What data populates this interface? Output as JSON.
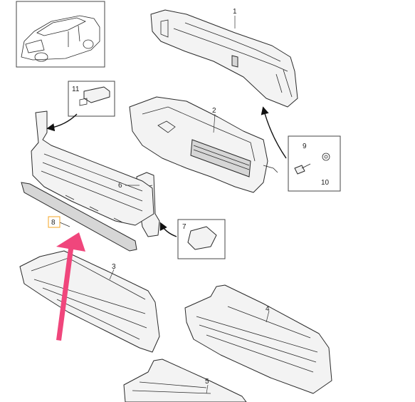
{
  "diagram": {
    "callouts": {
      "p1": "1",
      "p2": "2",
      "p3": "3",
      "p4": "4",
      "p5": "5",
      "p6": "6",
      "p7": "7",
      "p8": "8",
      "p9": "9",
      "p10": "10",
      "p11": "11"
    },
    "colors": {
      "highlight_arrow": "#f0467c",
      "highlight_box": "#f5a623",
      "line": "#2a2a2a",
      "part_fill": "#f3f3f3"
    },
    "highlighted_part": "8"
  }
}
